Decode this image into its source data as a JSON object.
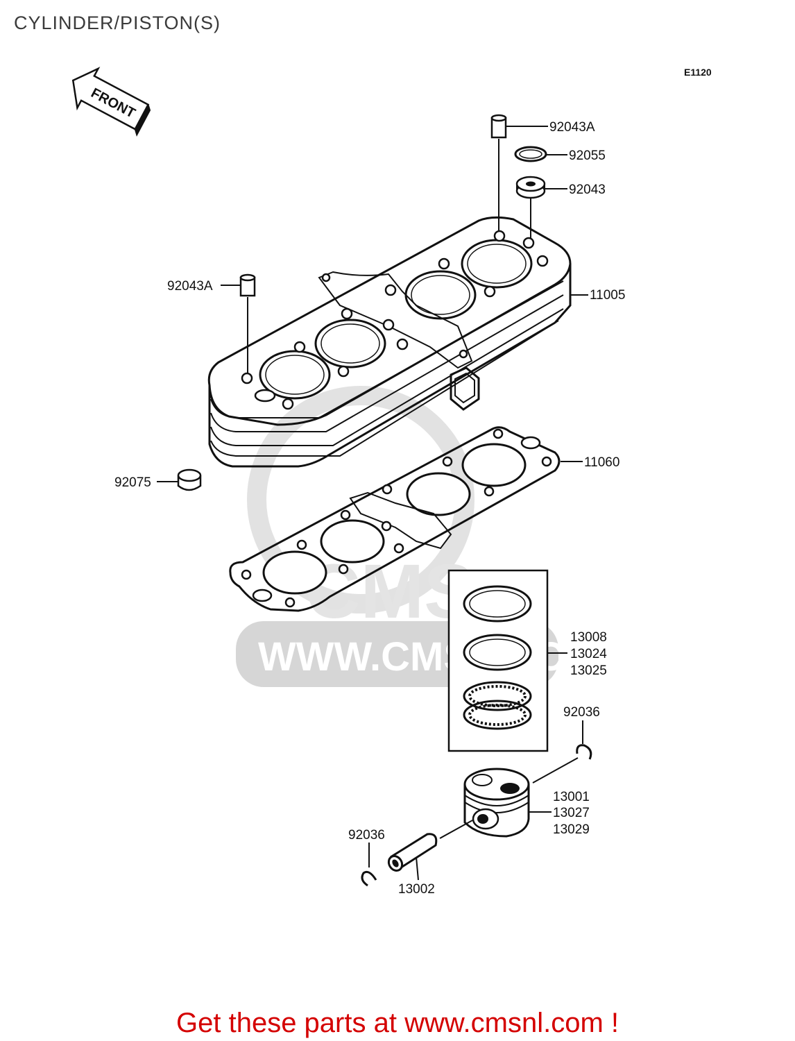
{
  "title": "CYLINDER/PISTON(S)",
  "diagram_code": "E1120",
  "front_arrow_label": "FRONT",
  "watermark_text": "WWW.CMSNL.COM",
  "watermark_logo": "CMS",
  "footer": "Get these parts at www.cmsnl.com !",
  "colors": {
    "footer": "#d40000",
    "watermark": "#d6d6d6",
    "lines": "#111111"
  },
  "parts": {
    "p92043A_top": "92043A",
    "p92055": "92055",
    "p92043": "92043",
    "p92043A_left": "92043A",
    "p11005": "11005",
    "p11060": "11060",
    "p92075": "92075",
    "p13008": "13008",
    "p13024": "13024",
    "p13025": "13025",
    "p92036_right": "92036",
    "p13001": "13001",
    "p13027": "13027",
    "p13029": "13029",
    "p92036_left": "92036",
    "p13002": "13002"
  }
}
